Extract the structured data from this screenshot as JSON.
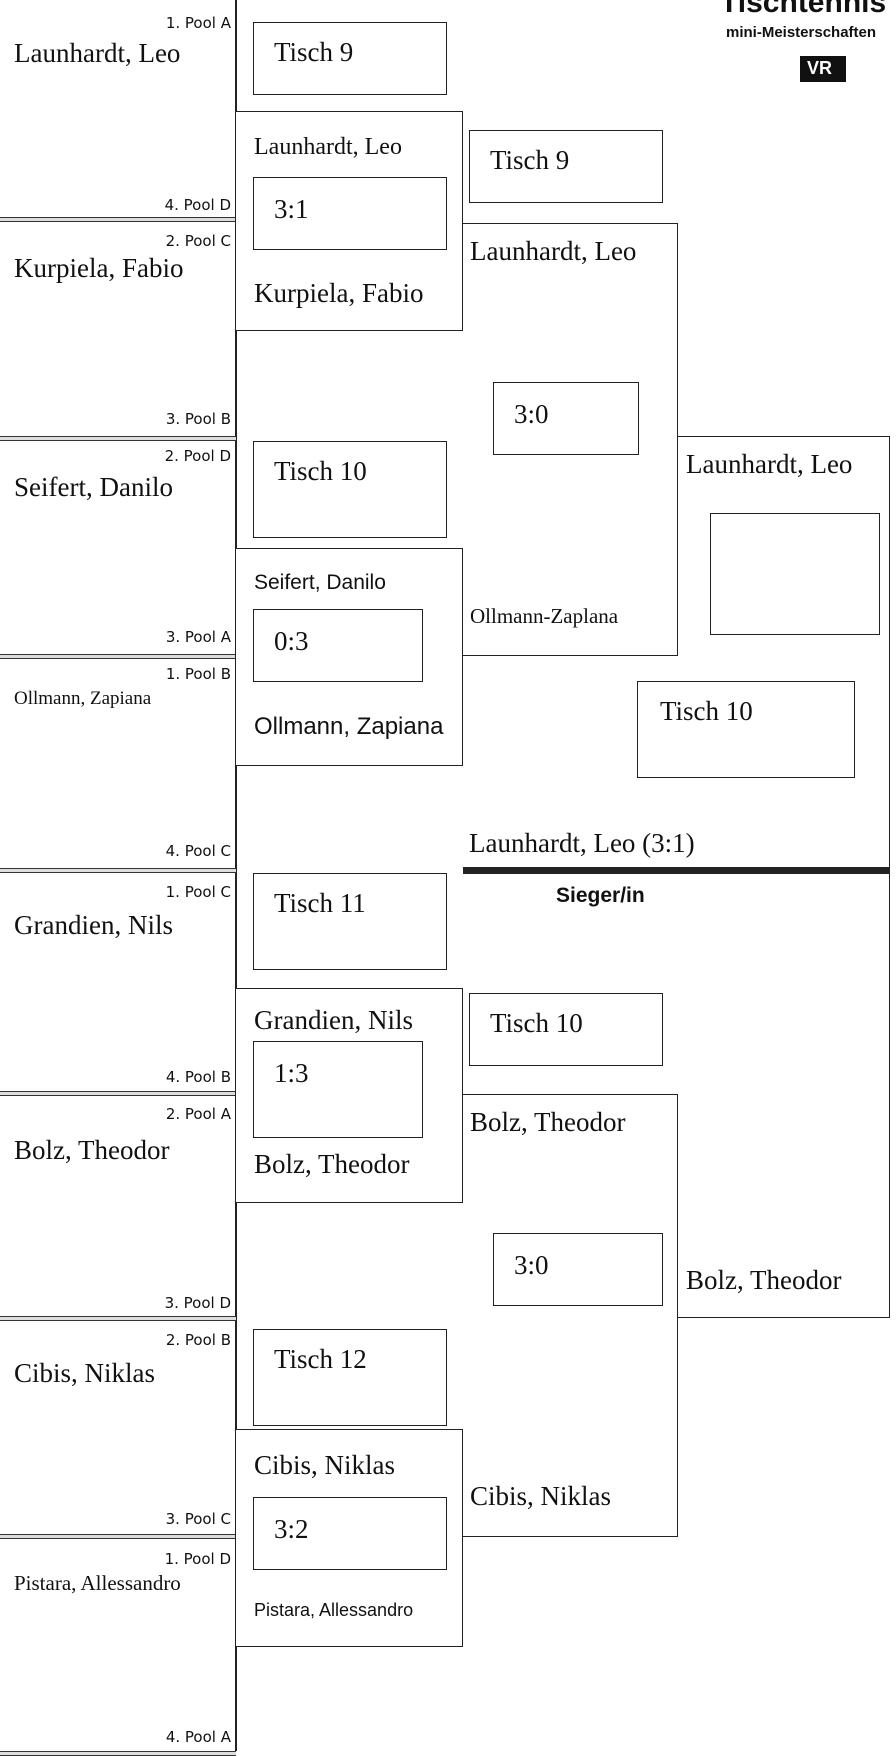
{
  "header": {
    "logo_title": "Tischtennis",
    "logo_subtitle": "mini-Meisterschaften",
    "logo_mark": "VR"
  },
  "players": [
    {
      "pool_top": "1. Pool A",
      "name": "Launhardt, Leo",
      "pool_bottom": "4. Pool D"
    },
    {
      "pool_top": "2. Pool C",
      "name": "Kurpiela, Fabio",
      "pool_bottom": "3. Pool B"
    },
    {
      "pool_top": "2. Pool D",
      "name": "Seifert, Danilo",
      "pool_bottom": "3. Pool A"
    },
    {
      "pool_top": "1. Pool B",
      "name": "Ollmann, Zapiana",
      "pool_bottom": "4. Pool C"
    },
    {
      "pool_top": "1. Pool C",
      "name": "Grandien, Nils",
      "pool_bottom": "4. Pool B"
    },
    {
      "pool_top": "2. Pool A",
      "name": "Bolz, Theodor",
      "pool_bottom": "3. Pool D"
    },
    {
      "pool_top": "2. Pool B",
      "name": "Cibis, Niklas",
      "pool_bottom": "3. Pool C"
    },
    {
      "pool_top": "1. Pool D",
      "name": "Pistara, Allessandro",
      "pool_bottom": "4. Pool A"
    }
  ],
  "round1": [
    {
      "table": "Tisch 9",
      "player_a": "Launhardt, Leo",
      "score": "3:1",
      "player_b": "Kurpiela, Fabio"
    },
    {
      "table": "Tisch 10",
      "player_a": "Seifert, Danilo",
      "score": "0:3",
      "player_b": "Ollmann, Zapiana"
    },
    {
      "table": "Tisch 11",
      "player_a": "Grandien, Nils",
      "score": "1:3",
      "player_b": "Bolz, Theodor"
    },
    {
      "table": "Tisch 12",
      "player_a": "Cibis, Niklas",
      "score": "3:2",
      "player_b": "Pistara, Allessandro"
    }
  ],
  "semifinals": [
    {
      "table": "Tisch 9",
      "player_a": "Launhardt, Leo",
      "score": "3:0",
      "player_b": "Ollmann-Zaplana"
    },
    {
      "table": "Tisch 10",
      "player_a": "Bolz, Theodor",
      "score": "3:0",
      "player_b": "Cibis, Niklas"
    }
  ],
  "final": {
    "table": "Tisch 10",
    "player_a": "Launhardt, Leo",
    "score": "",
    "player_b": "Bolz, Theodor",
    "winner": "Launhardt, Leo (3:1)",
    "winner_label": "Sieger/in"
  }
}
